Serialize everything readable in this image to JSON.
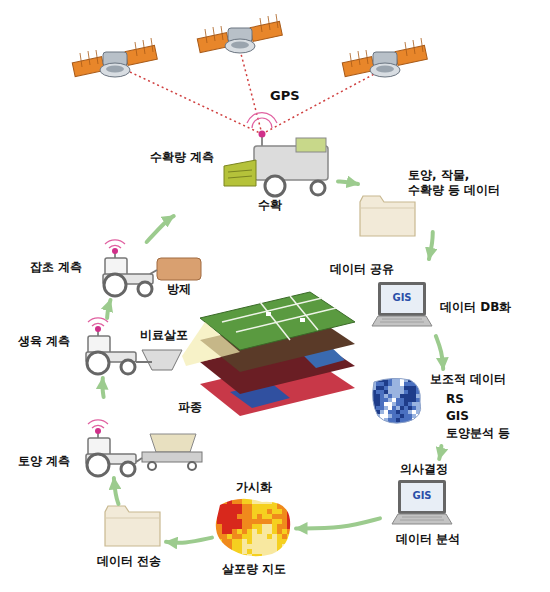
{
  "diagram": {
    "nodes": [
      {
        "text": [
          "수확량 계측",
          "수확"
        ]
      },
      {
        "text": [
          "토양, 작물, 수확량 등 데이터"
        ]
      },
      {
        "text": [
          "데이터 공유",
          "GIS",
          "데이터 DB화"
        ]
      },
      {
        "text": [
          "보조적 데이터",
          "RS",
          "GIS",
          "토양분석 등"
        ]
      },
      {
        "text": [
          "의사결정",
          "GIS",
          "데이터 분석"
        ]
      },
      {
        "text": [
          "가시화",
          "살포량 지도"
        ]
      },
      {
        "text": [
          "데이터 전송"
        ]
      },
      {
        "text": [
          "토양 계측",
          "파종"
        ]
      },
      {
        "text": [
          "생육 계측",
          "비료살포"
        ]
      },
      {
        "text": [
          "잡초 계측",
          "방제"
        ]
      }
    ],
    "edges": [
      {
        "from": 0,
        "to": 1,
        "arrow": "to"
      },
      {
        "from": 1,
        "to": 2,
        "arrow": "to"
      },
      {
        "from": 2,
        "to": 3,
        "arrow": "to"
      },
      {
        "from": 3,
        "to": 4,
        "arrow": "to"
      },
      {
        "from": 4,
        "to": 5,
        "arrow": "to"
      },
      {
        "from": 5,
        "to": 6,
        "arrow": "to"
      },
      {
        "from": 6,
        "to": 7,
        "arrow": "to"
      },
      {
        "from": 7,
        "to": 8,
        "arrow": "to"
      },
      {
        "from": 8,
        "to": 9,
        "arrow": "to"
      },
      {
        "from": 9,
        "to": 0,
        "arrow": "to"
      }
    ],
    "labels": [
      "GPS"
    ]
  }
}
